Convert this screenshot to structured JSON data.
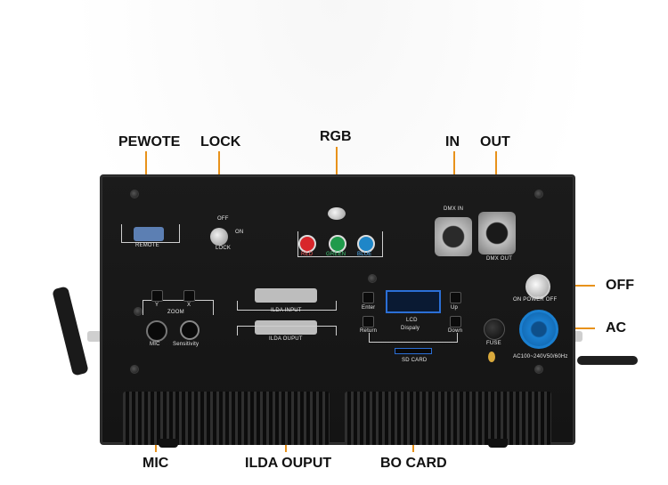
{
  "callouts": {
    "remote": "PEWOTE",
    "lock": "LOCK",
    "rgb": "RGB",
    "dmx_in": "IN",
    "dmx_out": "OUT",
    "off": "OFF",
    "ac": "AC",
    "mic": "MIC",
    "ilda_output": "ILDA OUPUT",
    "sd_card": "BO CARD"
  },
  "panel": {
    "remote": "REMOTE",
    "off": "OFF",
    "on": "ON",
    "lock": "LOCK",
    "red": "RED",
    "green": "GREEN",
    "blue": "BLUE",
    "dmx_in": "DMX IN",
    "dmx_out": "DMX OUT",
    "on_power_off": "ON POWER OFF",
    "zoom": "ZOOM",
    "y": "Y",
    "x": "X",
    "mic": "MIC",
    "sensitivity": "Sensitivity",
    "ilda_input": "ILDA INPUT",
    "ilda_output": "ILDA OUPUT",
    "enter": "Enter",
    "up": "Up",
    "return": "Return",
    "down": "Down",
    "lcd": "LCD",
    "display": "Dispaly",
    "sd_card": "SD CARD",
    "fuse": "FUSE",
    "ac_rating": "AC100~240V50/60Hz"
  },
  "colors": {
    "accent": "#e8921b",
    "red_knob": "#d8262b",
    "green_knob": "#1f9a4b",
    "blue_knob": "#1e86c8",
    "lcd": "#2b6fd6",
    "power_connector": "#1a7fd0"
  }
}
